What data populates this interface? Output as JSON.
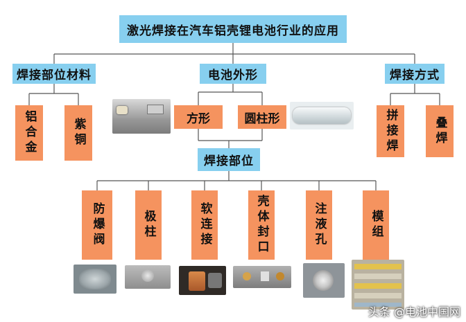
{
  "title": "激光焊接在汽车铝壳锂电池行业的应用",
  "categories": {
    "material": {
      "label": "焊接部位材料",
      "items": [
        "铝合金",
        "紫铜"
      ]
    },
    "shape": {
      "label": "电池外形",
      "items": [
        "方形",
        "圆柱形"
      ]
    },
    "method": {
      "label": "焊接方式",
      "items": [
        "拼接焊",
        "叠焊"
      ]
    }
  },
  "position": {
    "label": "焊接部位",
    "items": [
      "防爆阀",
      "极柱",
      "软连接",
      "壳体封口",
      "注液孔",
      "模组"
    ]
  },
  "watermark": "头条 @电池中国网",
  "colors": {
    "blue_box": "#87cfef",
    "orange_box": "#f5935f",
    "line": "#555555"
  }
}
